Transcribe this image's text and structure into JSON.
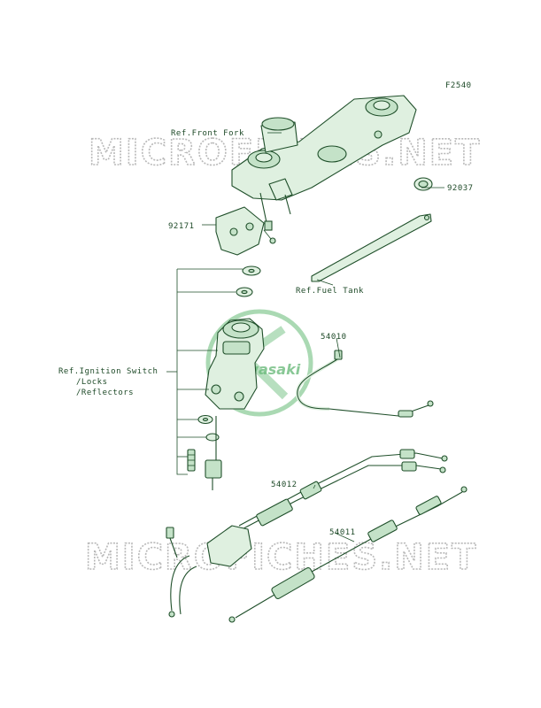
{
  "diagram": {
    "code": "F2540",
    "watermark": "MICROFICHES.NET",
    "logo_text": "Kawasaki",
    "labels": {
      "front_fork": "Ref.Front Fork",
      "p92037": "92037",
      "p92171": "92171",
      "fuel_tank": "Ref.Fuel Tank",
      "ign_1": "Ref.Ignition Switch",
      "ign_2": "/Locks",
      "ign_3": "/Reflectors",
      "p54010": "54010",
      "p54012": "54012",
      "p54011": "54011"
    }
  }
}
